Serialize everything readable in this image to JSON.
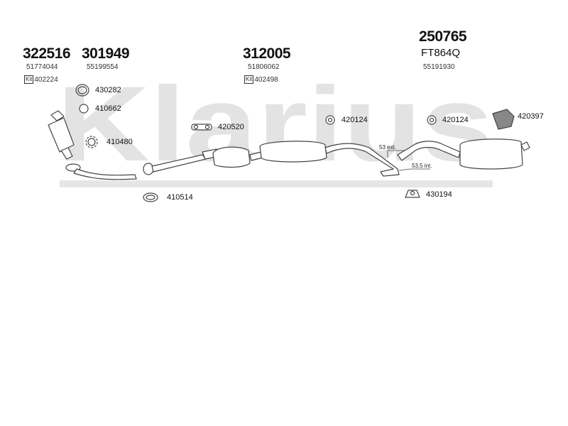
{
  "watermark": {
    "text": "Klarius"
  },
  "top_parts": [
    {
      "id": "p1",
      "part": "322516",
      "oem": "51774044",
      "kit_label": "Kit",
      "kit": "402224"
    },
    {
      "id": "p2",
      "part": "301949",
      "oem": "55199554"
    },
    {
      "id": "p3",
      "part": "312005",
      "oem": "51806062",
      "kit_label": "Kit",
      "kit": "402498"
    },
    {
      "id": "p4",
      "part": "250765",
      "sub": "FT864Q",
      "oem": "55191930"
    }
  ],
  "refs": {
    "r430282": "430282",
    "r410662": "410662",
    "r410480": "410480",
    "r420520": "420520",
    "r420124a": "420124",
    "r420124b": "420124",
    "r420397": "420397",
    "r410514": "410514",
    "r430194": "430194"
  },
  "notes": {
    "ext": "53 ext.",
    "int": "53,5 int."
  },
  "colors": {
    "line": "#444444",
    "fill": "#ffffff",
    "watermark": "#e3e3e3"
  }
}
